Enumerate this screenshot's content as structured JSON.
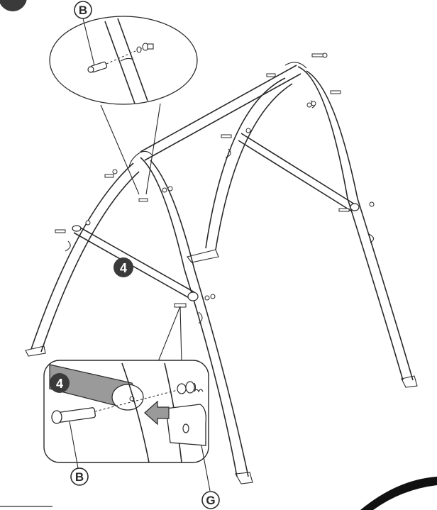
{
  "callouts": {
    "top_part_letter": "B",
    "step_badge": "4",
    "inset_step_badge": "4",
    "inset_part_letter": "B",
    "bottom_part_letter": "G"
  },
  "colors": {
    "ink": "#2a2a2a",
    "badge_fill": "#3a3a3a",
    "badge_text": "#ffffff",
    "tube_highlight": "#9a9a9a"
  }
}
